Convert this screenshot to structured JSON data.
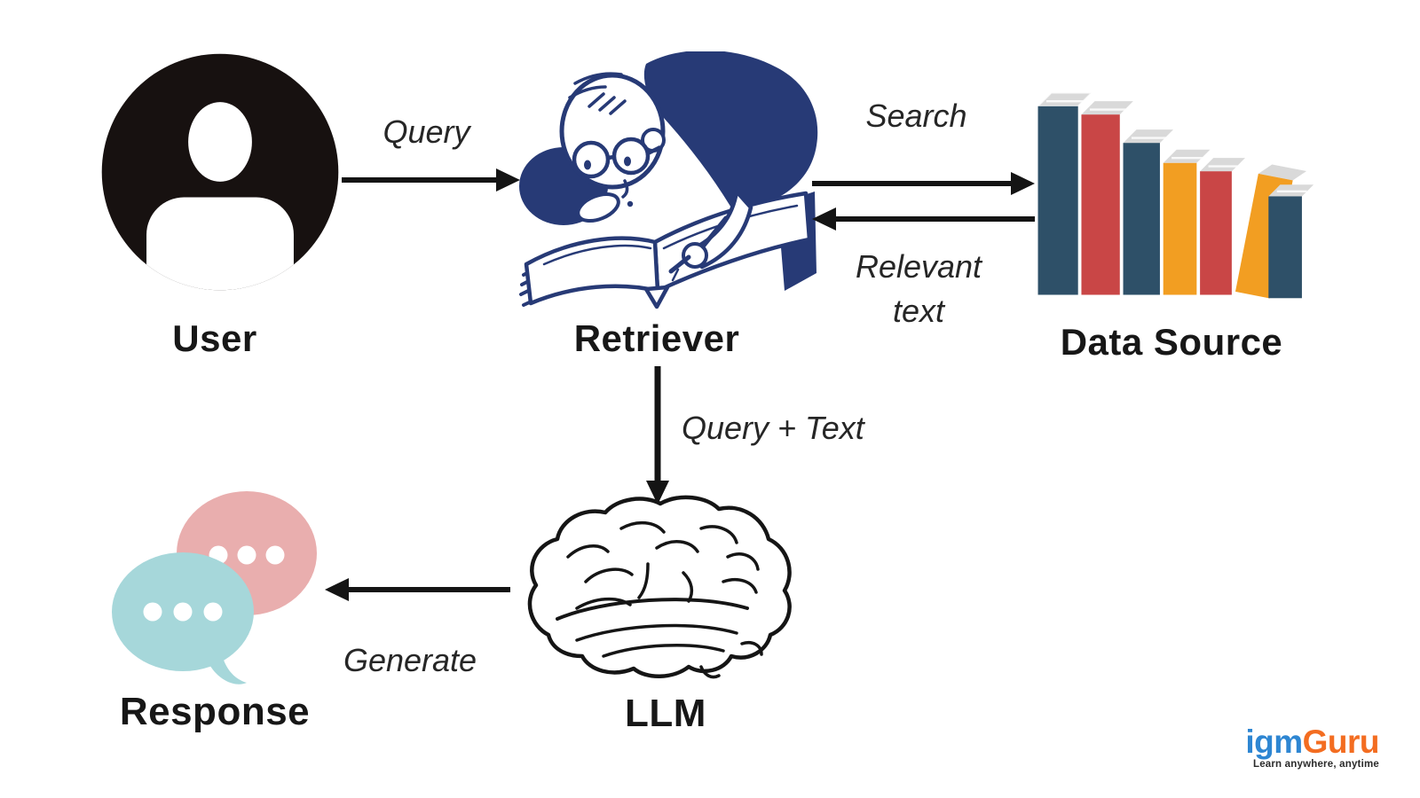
{
  "diagram": {
    "nodes": {
      "user": {
        "label": "User",
        "icon": "user-avatar-icon"
      },
      "retriever": {
        "label": "Retriever",
        "icon": "scholar-reading-book-icon"
      },
      "data_source": {
        "label": "Data Source",
        "icon": "books-stack-icon"
      },
      "llm": {
        "label": "LLM",
        "icon": "brain-icon"
      },
      "response": {
        "label": "Response",
        "icon": "chat-bubbles-icon"
      }
    },
    "edges": {
      "query": {
        "label": "Query",
        "from": "User",
        "to": "Retriever",
        "direction": "right"
      },
      "search": {
        "label": "Search",
        "from": "Retriever",
        "to": "Data Source",
        "direction": "right"
      },
      "relevant_text": {
        "line1": "Relevant",
        "line2": "text",
        "from": "Data Source",
        "to": "Retriever",
        "direction": "left"
      },
      "query_plus_text": {
        "label": "Query + Text",
        "from": "Retriever",
        "to": "LLM",
        "direction": "down"
      },
      "generate": {
        "label": "Generate",
        "from": "LLM",
        "to": "Response",
        "direction": "left"
      }
    }
  },
  "logo": {
    "part1": "igm",
    "part2": "Guru",
    "tagline": "Learn anywhere, anytime"
  },
  "colors": {
    "user_icon": "#171110",
    "illustration_navy": "#273a76",
    "book_teal": "#2e5068",
    "book_red": "#c94646",
    "book_orange": "#f29e22",
    "book_pages": "#d9d9d9",
    "bubble_pink": "#e9aeae",
    "bubble_teal": "#a6d7da",
    "arrow_black": "#141414",
    "logo_blue": "#2e86d2",
    "logo_orange": "#f36d21"
  }
}
